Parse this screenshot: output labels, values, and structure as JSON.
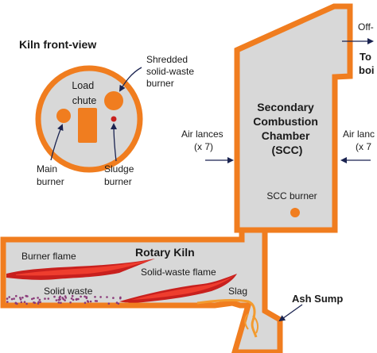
{
  "colors": {
    "wall": "#f07d1f",
    "chamber_fill": "#d8d8d8",
    "flame_dark": "#c8201e",
    "flame_light": "#ee3d2e",
    "slag": "#f39b2f",
    "waste_dots": "#8a3a7a",
    "arrow": "#1a2350",
    "text": "#1a1a1a"
  },
  "front_view": {
    "title": "Kiln front-view",
    "load_chute": [
      "Load",
      "chute"
    ],
    "shredded_burner": [
      "Shredded",
      "solid-waste",
      "burner"
    ],
    "main_burner": [
      "Main",
      "burner"
    ],
    "sludge_burner": [
      "Sludge",
      "burner"
    ]
  },
  "scc": {
    "title": [
      "Secondary",
      "Combustion",
      "Chamber",
      "(SCC)"
    ],
    "burner": "SCC burner",
    "air_lances_left": [
      "Air lances",
      "(x 7)"
    ],
    "air_lances_right": [
      "Air lanc",
      "(x 7"
    ]
  },
  "offgas": {
    "line1": "Off-",
    "line2": "To",
    "line3": "boi"
  },
  "kiln": {
    "title": "Rotary Kiln",
    "burner_flame": "Burner flame",
    "solid_waste_flame": "Solid-waste flame",
    "solid_waste": "Solid waste",
    "slag": "Slag"
  },
  "ash_sump": "Ash Sump"
}
